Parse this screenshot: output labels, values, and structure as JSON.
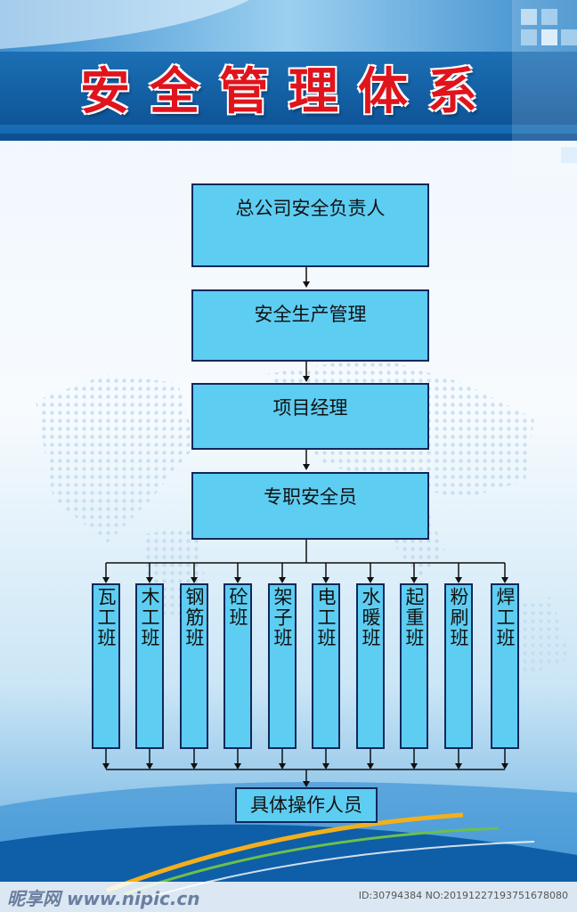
{
  "title": "安全管理体系",
  "levels": [
    "总公司安全负责人",
    "安全生产管理",
    "项目经理",
    "专职安全员"
  ],
  "teams": [
    "瓦工班",
    "木工班",
    "钢筋班",
    "砼班",
    "架子班",
    "电工班",
    "水暖班",
    "起重班",
    "粉刷班",
    "焊工班"
  ],
  "bottom": "具体操作人员",
  "watermark": {
    "left": "昵享网 www.nipic.cn",
    "right": "ID:30794384 NO:20191227193751678080"
  },
  "colors": {
    "box_fill": "#5ecdf2",
    "box_border": "#10285a",
    "title": "#e0141c",
    "band": "#0d5fa3"
  }
}
